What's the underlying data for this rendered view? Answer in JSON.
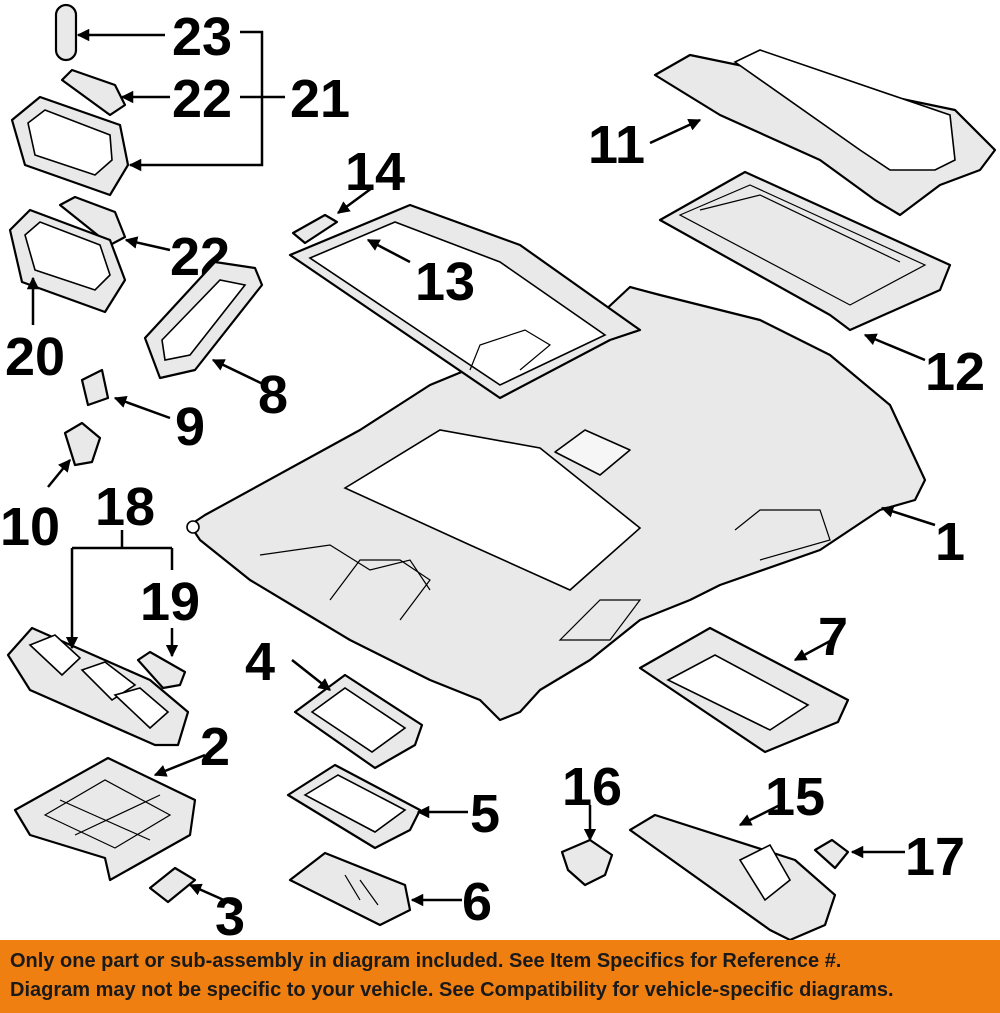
{
  "callouts": {
    "c1": "1",
    "c2": "2",
    "c3": "3",
    "c4": "4",
    "c5": "5",
    "c6": "6",
    "c7": "7",
    "c8": "8",
    "c9": "9",
    "c10": "10",
    "c11": "11",
    "c12": "12",
    "c13": "13",
    "c14": "14",
    "c15": "15",
    "c16": "16",
    "c17": "17",
    "c18": "18",
    "c19": "19",
    "c20": "20",
    "c21": "21",
    "c22a": "22",
    "c22b": "22",
    "c23": "23"
  },
  "banner": {
    "line1": "Only one part or sub-assembly in diagram included. See Item Specifics for Reference #.",
    "line2": "Diagram may not be specific to your vehicle. See Compatibility for vehicle-specific diagrams."
  },
  "colors": {
    "banner_bg": "#f07f12",
    "ink": "#000000",
    "part_fill": "#e9e9e9"
  }
}
